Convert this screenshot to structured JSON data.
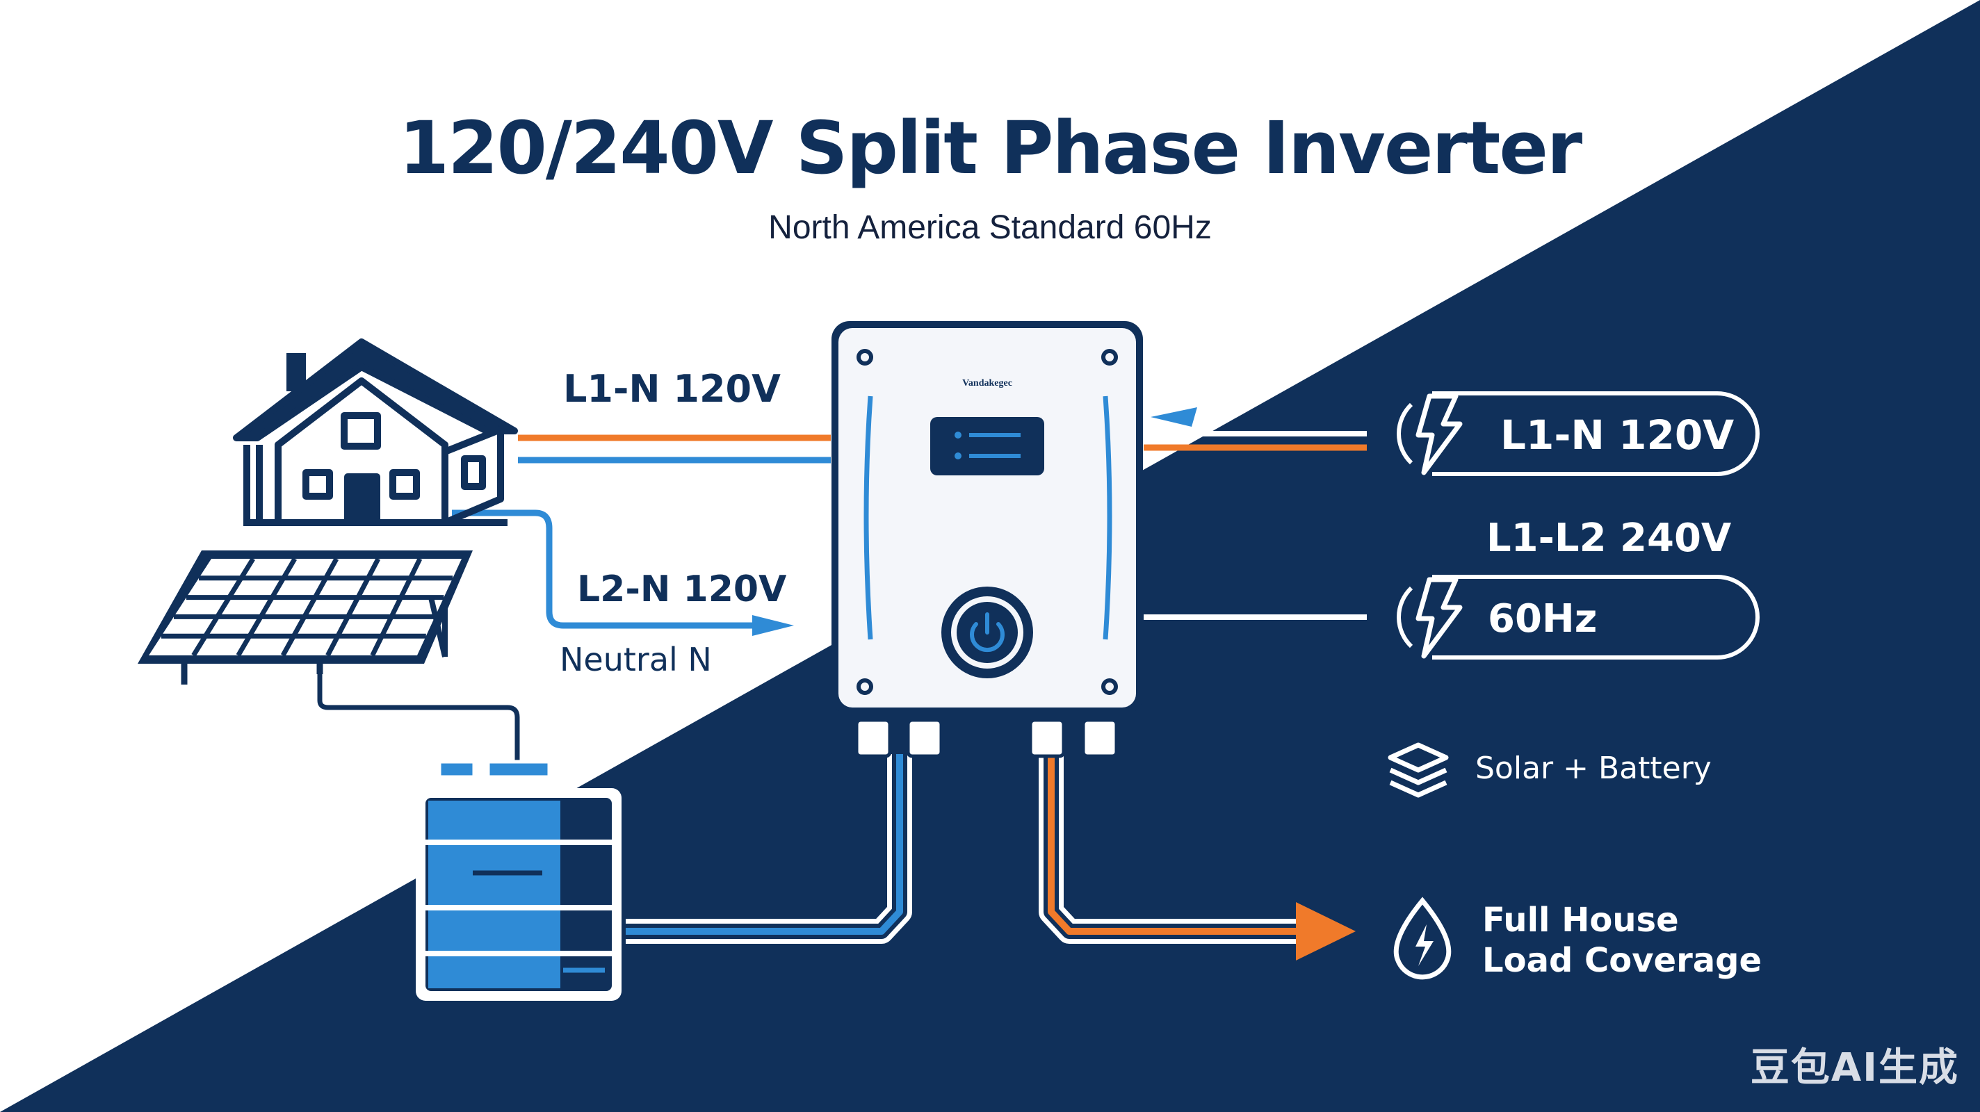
{
  "title": "120/240V Split Phase Inverter",
  "subtitle": "North America Standard 60Hz",
  "inverter": {
    "brand": "Vandakegec"
  },
  "left_labels": {
    "l1n": "L1-N 120V",
    "l2n": "L2-N 120V",
    "neutral": "Neutral N"
  },
  "right_panel": {
    "l1n_pill": "L1-N 120V",
    "l1l2": "L1-L2 240V",
    "freq_pill": "60Hz",
    "solar_battery": "Solar + Battery",
    "full_house_line1": "Full House",
    "full_house_line2": "Load Coverage"
  },
  "icons": [
    "house-icon",
    "solar-panel-icon",
    "battery-icon",
    "power-button-icon",
    "lightning-icon",
    "layers-icon",
    "energy-drop-icon"
  ],
  "colors": {
    "navy": "#10305a",
    "orange": "#f07a2a",
    "blue": "#2f8bd6",
    "white": "#ffffff"
  },
  "watermark": "豆包AI生成"
}
